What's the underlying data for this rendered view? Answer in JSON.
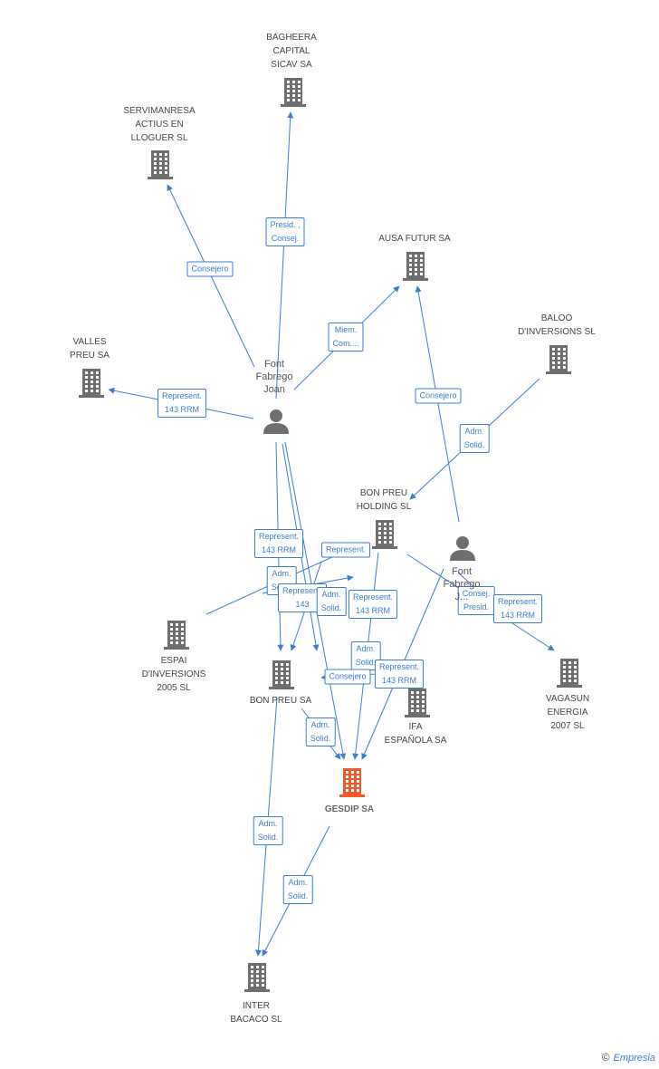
{
  "colors": {
    "edge": "#3c7dd0",
    "building": "#6e6e6e",
    "target": "#f05a28",
    "person": "#6e6e6e"
  },
  "nodes": [
    {
      "id": "bagheera",
      "type": "company",
      "label": "BAGHEERA\nCAPITAL\nSICAV SA"
    },
    {
      "id": "servimanresa",
      "type": "company",
      "label": "SERVIMANRESA\nACTIUS EN\nLLOGUER SL"
    },
    {
      "id": "ausa",
      "type": "company",
      "label": "AUSA FUTUR SA"
    },
    {
      "id": "baloo",
      "type": "company",
      "label": "BALOO\nD'INVERSIONS SL"
    },
    {
      "id": "valles",
      "type": "company",
      "label": "VALLES\nPREU SA"
    },
    {
      "id": "fontjoan",
      "type": "person",
      "label": "Font\nFabrego\nJoan"
    },
    {
      "id": "bonpreuholding",
      "type": "company",
      "label": "BON PREU\nHOLDING SL"
    },
    {
      "id": "fontj2",
      "type": "person",
      "label": "Font\nFabrego\nJ..."
    },
    {
      "id": "espai",
      "type": "company",
      "label": "ESPAI\nD'INVERSIONS\n2005 SL"
    },
    {
      "id": "bonpreu",
      "type": "company",
      "label": "BON PREU SA"
    },
    {
      "id": "ifa",
      "type": "company",
      "label": "IFA\nESPAÑOLA SA"
    },
    {
      "id": "vagasun",
      "type": "company",
      "label": "VAGASUN\nENERGIA\n2007 SL"
    },
    {
      "id": "gesdip",
      "type": "target",
      "label": "GESDIP SA"
    },
    {
      "id": "inter",
      "type": "company",
      "label": "INTER\nBACACO SL"
    }
  ],
  "edges": [
    {
      "label": "Presid. ,\nConsej."
    },
    {
      "label": "Consejero"
    },
    {
      "label": "Miem.\nCom...."
    },
    {
      "label": "Represent.\n143 RRM"
    },
    {
      "label": "Consejero"
    },
    {
      "label": "Adm.\nSolid."
    },
    {
      "label": "Represent.\n143 RRM"
    },
    {
      "label": "Represent."
    },
    {
      "label": "Adm.\nSolid."
    },
    {
      "label": "Represent.\n143"
    },
    {
      "label": "Adm.\nSolid."
    },
    {
      "label": "Represent.\n143 RRM"
    },
    {
      "label": "Consej.\nPresid."
    },
    {
      "label": "Represent.\n143 RRM"
    },
    {
      "label": "Adm.\nSolid."
    },
    {
      "label": "Consejero"
    },
    {
      "label": "Represent.\n143 RRM"
    },
    {
      "label": "Adm.\nSolid."
    },
    {
      "label": "Adm.\nSolid."
    },
    {
      "label": "Adm.\nSolid."
    }
  ],
  "watermark": {
    "symbol": "©",
    "brand": "Empresia"
  }
}
